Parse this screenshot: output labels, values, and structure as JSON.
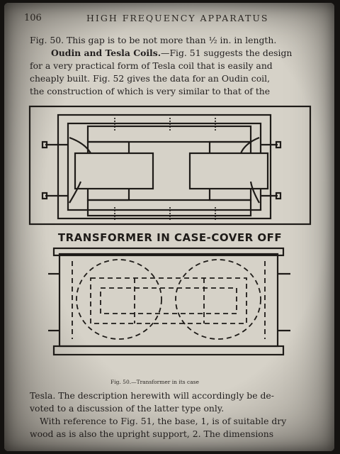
{
  "header": {
    "page_number": "106",
    "running_title": "HIGH FREQUENCY APPARATUS"
  },
  "upper_text": {
    "line1": "Fig. 50. This gap is to be not more than ½ in. in length.",
    "line2_bold": "Oudin and Tesla Coils.",
    "line2_rest": "—Fig. 51 suggests the design",
    "line3": "for a very practical form of Tesla coil that is easily and",
    "line4": "cheaply built. Fig. 52 gives the data for an Oudin coil,",
    "line5": "the construction of which is very similar to that of the"
  },
  "figure": {
    "label": "TRANSFORMER IN CASE-COVER OFF",
    "caption": "Fig. 50.—Transformer in its case"
  },
  "lower_text": {
    "line1": "Tesla. The description herewith will accordingly be de-",
    "line2": "voted to a discussion of the latter type only.",
    "line3": "With reference to Fig. 51, the base, 1, is of suitable dry",
    "line4": "wood as is also the upright support, 2. The dimensions"
  }
}
